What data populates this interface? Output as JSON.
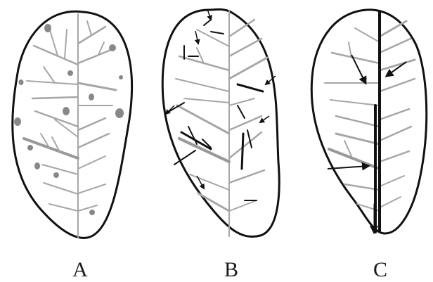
{
  "panels": [
    {
      "label": "A"
    },
    {
      "label": "B"
    },
    {
      "label": "C"
    }
  ],
  "colors": {
    "outline": "#111111",
    "vein": "#a6a6a6",
    "vein_dark": "#808080",
    "spot": "#888888",
    "arrow": "#111111"
  }
}
